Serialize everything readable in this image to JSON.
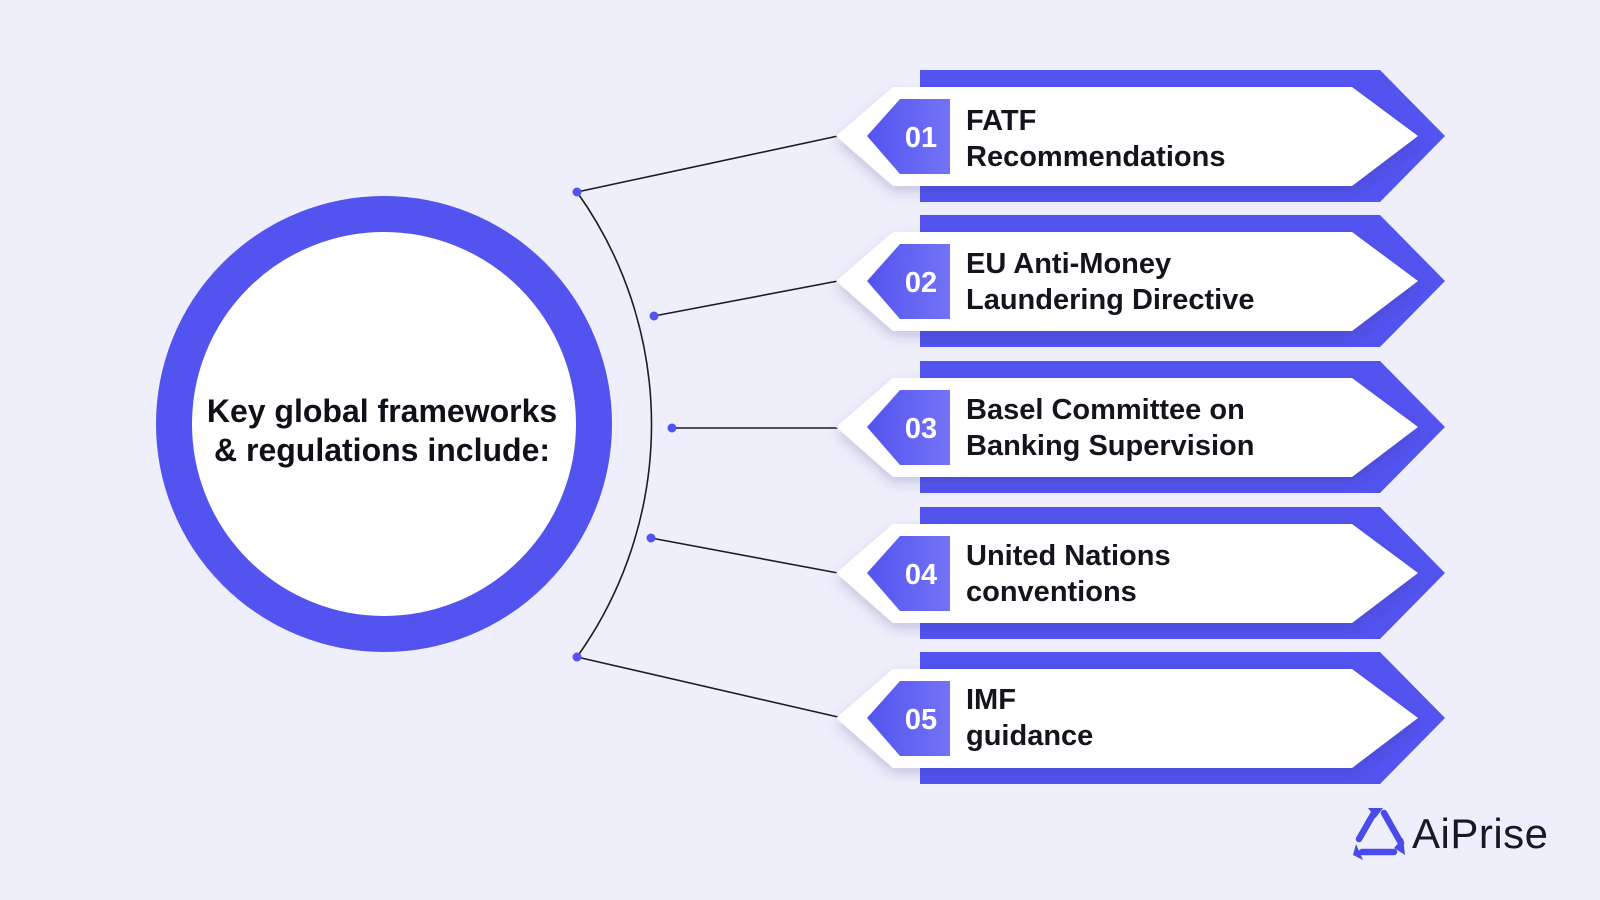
{
  "hub": {
    "line1": "Key global frameworks",
    "line2": "& regulations include:"
  },
  "items": [
    {
      "number": "01",
      "line1": "FATF",
      "line2": "Recommendations"
    },
    {
      "number": "02",
      "line1": "EU Anti-Money",
      "line2": "Laundering Directive"
    },
    {
      "number": "03",
      "line1": "Basel Committee on",
      "line2": "Banking Supervision"
    },
    {
      "number": "04",
      "line1": "United Nations",
      "line2": "conventions"
    },
    {
      "number": "05",
      "line1": "IMF",
      "line2": "guidance"
    }
  ],
  "brand": {
    "name": "AiPrise",
    "logo_icon": "triangle-arrows-logo-icon"
  },
  "colors": {
    "background": "#efeffc",
    "accent": "#5353f0",
    "number_tab_light": "#7272f7",
    "card": "#ffffff",
    "connector": "#1c1c28"
  }
}
